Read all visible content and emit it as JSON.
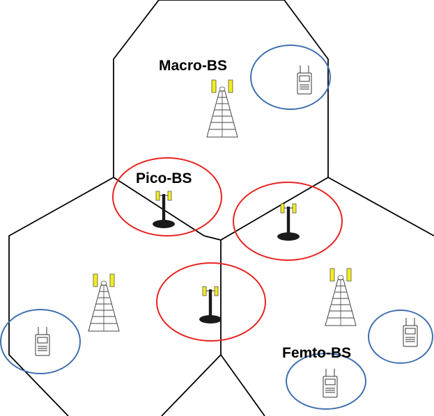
{
  "labels": {
    "macro": "Macro-BS",
    "pico": "Pico-BS",
    "femto": "Femto-BS"
  },
  "colors": {
    "cell_edge": "#000000",
    "pico_coverage": "#e8231f",
    "femto_coverage": "#3f6fb0",
    "antenna_panel": "#f2ee1c",
    "pico_mast": "#1a1a1a"
  },
  "icons": {
    "macro_base_station": "lattice-tower-icon",
    "pico_base_station": "pole-antenna-icon",
    "user_device": "handset-icon"
  }
}
